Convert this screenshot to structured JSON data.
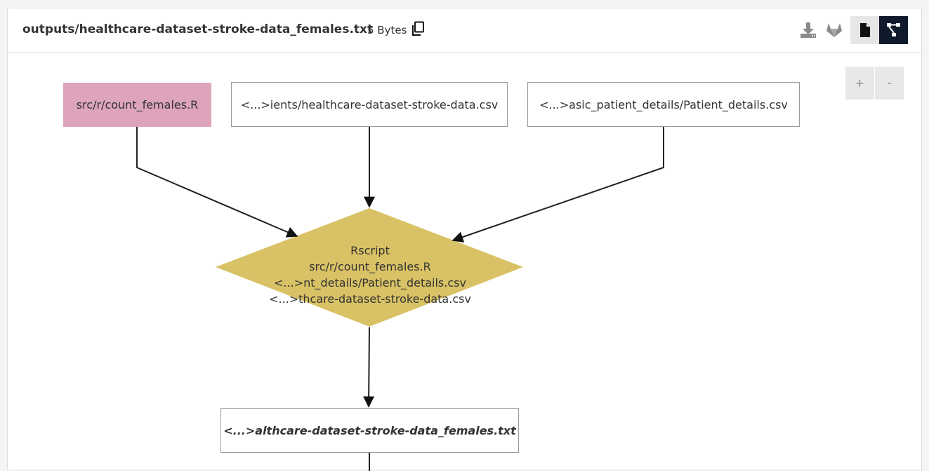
{
  "header": {
    "file_path": "outputs/healthcare-dataset-stroke-data_females.txt",
    "file_size": "5 Bytes",
    "icons": [
      "copy-icon",
      "download-icon",
      "gitlab-icon",
      "file-view-icon",
      "graph-view-icon"
    ]
  },
  "zoom": {
    "in_label": "+",
    "out_label": "-"
  },
  "graph": {
    "nodes": {
      "script": "src/r/count_females.R",
      "input_csv_1": "<...>ients/healthcare-dataset-stroke-data.csv",
      "input_csv_2": "<...>asic_patient_details/Patient_details.csv",
      "command": {
        "lines": [
          "Rscript",
          "src/r/count_females.R",
          "<...>nt_details/Patient_details.csv",
          "<...>thcare-dataset-stroke-data.csv"
        ]
      },
      "output": "<...>althcare-dataset-stroke-data_females.txt"
    }
  },
  "colors": {
    "script_node": "#dda4bc",
    "command_node": "#d9c265",
    "active_view": "#0f1b2d"
  }
}
